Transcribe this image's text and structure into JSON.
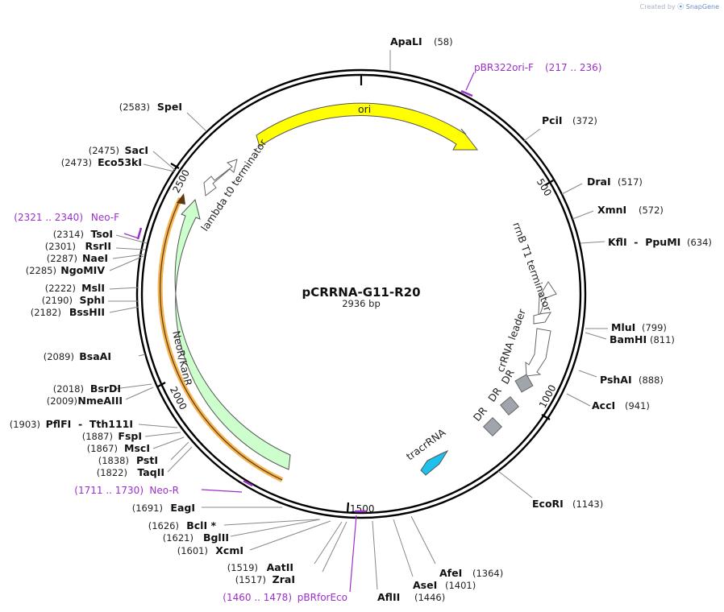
{
  "credit": {
    "prefix": "Created by",
    "brand": "SnapGene"
  },
  "plasmid": {
    "name": "pCRRNA-G11-R20",
    "length_label": "2936 bp",
    "length": 2936
  },
  "ticks": [
    "500",
    "1000",
    "1500",
    "2000",
    "2500"
  ],
  "sites": [
    {
      "name": "ApaLI",
      "pos": "(58)"
    },
    {
      "name": "PciI",
      "pos": "(372)"
    },
    {
      "name": "DraI",
      "pos": "(517)"
    },
    {
      "name": "XmnI",
      "pos": "(572)"
    },
    {
      "name": "KflI  -  PpuMI",
      "pos": "(634)"
    },
    {
      "name": "MluI",
      "pos": "(799)"
    },
    {
      "name": "BamHI",
      "pos": "(811)"
    },
    {
      "name": "PshAI",
      "pos": "(888)"
    },
    {
      "name": "AccI",
      "pos": "(941)"
    },
    {
      "name": "EcoRI",
      "pos": "(1143)"
    },
    {
      "name": "AfeI",
      "pos": "(1364)"
    },
    {
      "name": "AseI",
      "pos": "(1401)"
    },
    {
      "name": "AflII",
      "pos": "(1446)"
    },
    {
      "name": "ZraI",
      "pos": "(1517)"
    },
    {
      "name": "AatII",
      "pos": "(1519)"
    },
    {
      "name": "XcmI",
      "pos": "(1601)"
    },
    {
      "name": "BglII",
      "pos": "(1621)"
    },
    {
      "name": "BclI *",
      "pos": "(1626)"
    },
    {
      "name": "EagI",
      "pos": "(1691)"
    },
    {
      "name": "TaqII",
      "pos": "(1822)"
    },
    {
      "name": "PstI",
      "pos": "(1838)"
    },
    {
      "name": "MscI",
      "pos": "(1867)"
    },
    {
      "name": "FspI",
      "pos": "(1887)"
    },
    {
      "name": "PflFI  -  Tth111I",
      "pos": "(1903)"
    },
    {
      "name": "NmeAIII",
      "pos": "(2009)"
    },
    {
      "name": "BsrDI",
      "pos": "(2018)"
    },
    {
      "name": "BsaAI",
      "pos": "(2089)"
    },
    {
      "name": "BssHII",
      "pos": "(2182)"
    },
    {
      "name": "SphI",
      "pos": "(2190)"
    },
    {
      "name": "MslI",
      "pos": "(2222)"
    },
    {
      "name": "NgoMIV",
      "pos": "(2285)"
    },
    {
      "name": "NaeI",
      "pos": "(2287)"
    },
    {
      "name": "RsrII",
      "pos": "(2301)"
    },
    {
      "name": "TsoI",
      "pos": "(2314)"
    },
    {
      "name": "Eco53kI",
      "pos": "(2473)"
    },
    {
      "name": "SacI",
      "pos": "(2475)"
    },
    {
      "name": "SpeI",
      "pos": "(2583)"
    }
  ],
  "primers": [
    {
      "name": "pBR322ori-F",
      "range": "(217 .. 236)"
    },
    {
      "name": "Neo-F",
      "range": "(2321 .. 2340)"
    },
    {
      "name": "Neo-R",
      "range": "(1711 .. 1730)"
    },
    {
      "name": "pBRforEco",
      "range": "(1460 .. 1478)"
    }
  ],
  "features": [
    {
      "name": "ori",
      "color": "#ffff00"
    },
    {
      "name": "rrnB T1 terminator",
      "color": "#ffffff"
    },
    {
      "name": "crRNA leader",
      "color": "#ffffff"
    },
    {
      "name": "DR",
      "color": "#a0a4ab"
    },
    {
      "name": "DR",
      "color": "#a0a4ab"
    },
    {
      "name": "DR",
      "color": "#a0a4ab"
    },
    {
      "name": "tracrRNA",
      "color": "#1ec0ee"
    },
    {
      "name": "NeoR/KanR",
      "color": "#ccffcc"
    },
    {
      "name": "lambda t0 terminator",
      "color": "#ffffff"
    }
  ],
  "colors": {
    "primer": "#9b2fc9",
    "orf": "#f5b451",
    "backbone": "#000000"
  }
}
